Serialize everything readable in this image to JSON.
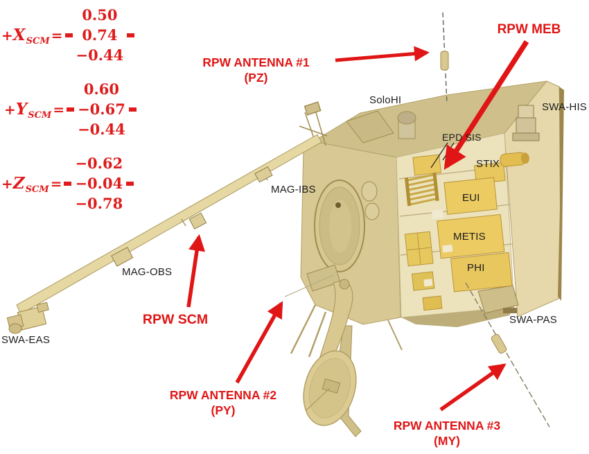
{
  "colors": {
    "annotation_red": "#e01515",
    "matrix_red": "#df1b1b",
    "label_black": "#1c1c1c",
    "body_gold": "#d8c894",
    "panel_cream": "#ece2bc",
    "instrument_gold": "#e9c75f"
  },
  "matrices": {
    "x": {
      "plus": "+",
      "letter": "X",
      "sub": "SCM",
      "eq": "=",
      "rows": [
        "0.50",
        "0.74",
        "−0.44"
      ]
    },
    "y": {
      "plus": "+",
      "letter": "Y",
      "sub": "SCM",
      "eq": "=",
      "rows": [
        "0.60",
        "−0.67",
        "−0.44"
      ]
    },
    "z": {
      "plus": "+",
      "letter": "Z",
      "sub": "SCM",
      "eq": "=",
      "rows": [
        "−0.62",
        "−0.04",
        "−0.78"
      ]
    }
  },
  "red_annotations": {
    "antenna1": {
      "line1": "RPW ANTENNA #1",
      "line2": "(PZ)"
    },
    "meb": {
      "line1": "RPW MEB"
    },
    "scm": {
      "line1": "RPW SCM"
    },
    "antenna2": {
      "line1": "RPW ANTENNA #2",
      "line2": "(PY)"
    },
    "antenna3": {
      "line1": "RPW ANTENNA #3",
      "line2": "(MY)"
    }
  },
  "instrument_labels": {
    "solohi": "SoloHI",
    "swa_his": "SWA-HIS",
    "epd_sis": "EPD SIS",
    "stix": "STIX",
    "eui": "EUI",
    "metis": "METIS",
    "phi": "PHI",
    "swa_pas": "SWA-PAS",
    "mag_ibs": "MAG-IBS",
    "mag_obs": "MAG-OBS",
    "swa_eas": "SWA-EAS"
  }
}
